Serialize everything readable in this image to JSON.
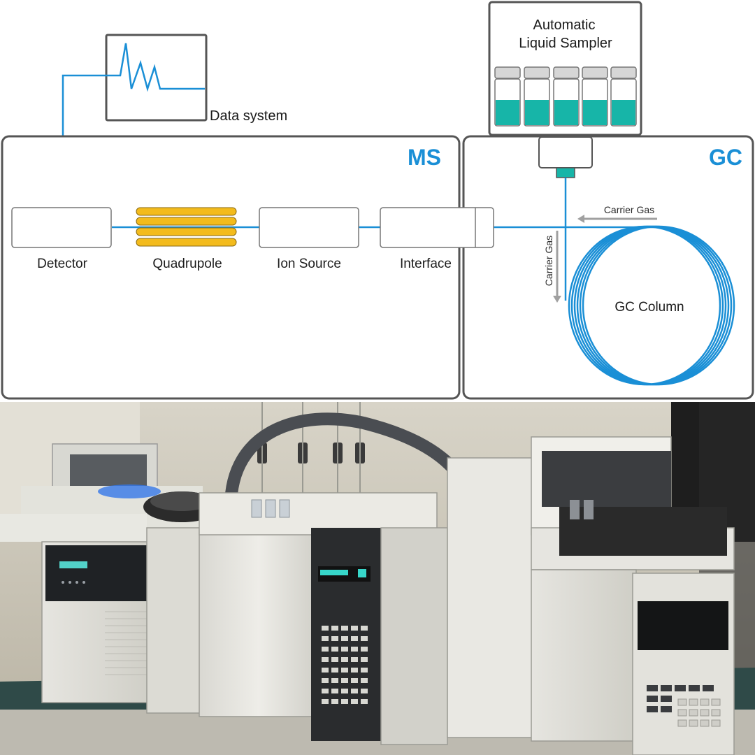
{
  "colors": {
    "accent_blue": "#1a8fd6",
    "panel_border": "#555555",
    "quadrupole_gold": "#f3bb1c",
    "vial_liquid": "#17b5a8",
    "arrow_gray": "#a0a0a0",
    "photo_instrument": "#e9e8e3",
    "photo_bench": "#2f4a48"
  },
  "diagram": {
    "ms_label": "MS",
    "gc_label": "GC",
    "data_system_label": "Data system",
    "sampler_label_line1": "Automatic",
    "sampler_label_line2": "Liquid Sampler",
    "components": {
      "detector": "Detector",
      "quadrupole": "Quadrupole",
      "ion_source": "Ion Source",
      "interface": "Interface",
      "gc_column": "GC Column"
    },
    "carrier_gas_horizontal": "Carrier Gas",
    "carrier_gas_vertical": "Carrier Gas"
  },
  "photo": {
    "icons": [
      "gc-ms-instrument-photo"
    ]
  }
}
